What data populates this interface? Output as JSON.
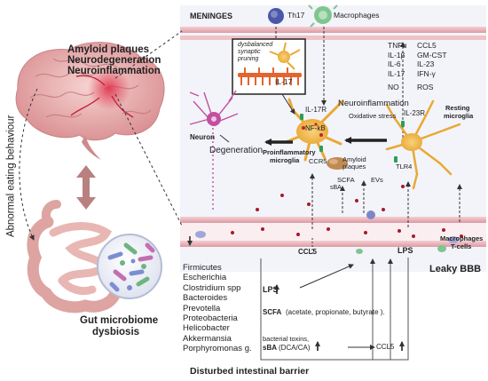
{
  "left_panel": {
    "brain_caption_line1": "Amyloid plaques",
    "brain_caption_line2": "Neurodegeneration",
    "brain_caption_line3": "Neuroinflammation",
    "side_label": "Abnormal eating behaviour",
    "gut_caption_line1": "Gut microbiome",
    "gut_caption_line2": "dysbiosis"
  },
  "meninges": {
    "title": "MENINGES",
    "th17": "Th17",
    "macrophages": "Macrophages"
  },
  "cytokines": {
    "col1": [
      "TNFα",
      "IL-1β",
      "IL-6",
      "IL-17"
    ],
    "col2": [
      "CCL5",
      "GM-CST",
      "IL-23",
      "IFN-γ"
    ],
    "no": "NO",
    "ros": "ROS"
  },
  "synapse": {
    "line1": "dysbalanced",
    "line2": "synaptic",
    "line3": "pruning"
  },
  "brain_parenchyma": {
    "il17": "IL-17",
    "il17r": "IL-17R",
    "neuroinflammation": "Neuroinflammation",
    "oxidative_stress": "Oxidative stress",
    "nfkb": "NF-kB",
    "il23r": "IL-23R",
    "resting_microglia_line1": "Resting",
    "resting_microglia_line2": "microglia",
    "neuron": "Neuron",
    "degeneration": "Degeneration",
    "proinflammatory_line1": "Proinflammatory",
    "proinflammatory_line2": "microglia",
    "ccr5": "CCR5",
    "amyloid_line1": "Amyloid",
    "amyloid_line2": "plaques",
    "tlr4": "TLR4",
    "scfa": "SCFA",
    "sba": "sBA",
    "evs": "EVs"
  },
  "barrier": {
    "ccl5": "CCL5",
    "lps": "LPS",
    "macrophages": "Macrophages",
    "tcells": "T-cells",
    "leaky_bbb": "Leaky BBB"
  },
  "microbes": {
    "taxa": [
      "Firmicutes",
      "Escherichia",
      "Clostridium spp",
      "Bacteroides",
      "Prevotella",
      "Proteobacteria",
      "Helicobacter",
      "Akkermansia",
      "Porphyromonas g."
    ]
  },
  "metabolites": {
    "lps": "LPS",
    "scfa": "SCFA",
    "scfa_detail": "(acetate, propionate, butyrate ).",
    "toxins": "bacterial toxins,",
    "sba": "sBA",
    "sba_detail": "(DCA/CA)",
    "ccl5": "CCL5"
  },
  "footer": {
    "disturbed_barrier": "Disturbed intestinal barrier"
  },
  "colors": {
    "membrane": "#e9b9bd",
    "membrane_dark": "#c96f7b",
    "panel_bg": "#f3f4fa",
    "microglia": "#f2b94a",
    "neuron": "#c24fa0",
    "arrow_dark": "#222222",
    "brain": "#e7a5a6",
    "gut": "#e6aaa5",
    "th17": "#4b58a8",
    "macrophage": "#7fc58f"
  }
}
